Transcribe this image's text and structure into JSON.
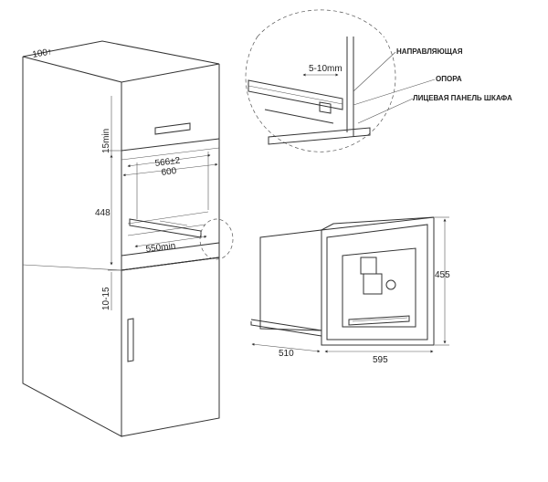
{
  "dimensions": {
    "top_clearance": "100↑",
    "top_gap": "15min",
    "inner_width": "566±2",
    "cabinet_width": "600",
    "niche_height": "448",
    "depth_min": "550min",
    "bottom_gap": "10-15",
    "detail_gap": "5-10mm",
    "machine_depth": "510",
    "machine_width": "595",
    "machine_height": "455"
  },
  "labels": {
    "guide": "НАПРАВЛЯЮЩАЯ",
    "support": "ОПОРА",
    "front_panel": "ЛИЦЕВАЯ ПАНЕЛЬ ШКАФА"
  }
}
